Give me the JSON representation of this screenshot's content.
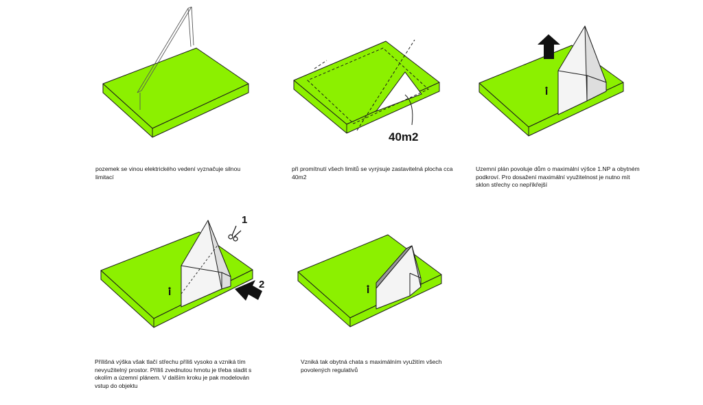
{
  "colors": {
    "plot": "#8cf000",
    "plot_edge": "#1a1a1a",
    "building": "#f4f4f4",
    "building_shade": "#c8c8c8",
    "ink": "#111111"
  },
  "panels": [
    {
      "caption": "pozemek se vinou elektrického vedení vyznačuje silnou limitací",
      "icons": [
        "power-line-icon"
      ]
    },
    {
      "caption": "při promítnutí všech limitů se vyrýsuje zastavitelná plocha cca 40m2",
      "area_label": "40m2",
      "icons": [
        "buildable-area-outline-icon"
      ]
    },
    {
      "caption": "Uzemní plán povoluje dům o maximální výšce 1.NP a obytném podkroví. Pro dosažení maximální využitelnost je nutno mít  sklon střechy co nepříkřejší",
      "icons": [
        "up-arrow-icon",
        "person-scale-icon"
      ]
    },
    {
      "caption": "Přílišná výška však tlačí střechu příliš vysoko a vzniká tím nevyužitelný prostor. Příliš zvednutou hmotu je třeba sladit s okolím a územní plánem. V dalším kroku je pak modelován vstup do objektu",
      "step_labels": [
        "1",
        "2"
      ],
      "icons": [
        "scissors-icon",
        "push-arrow-icon",
        "person-scale-icon"
      ]
    },
    {
      "caption": "Vzniká tak obytná chata s maximálním využitím všech povolených regulativů",
      "icons": [
        "person-scale-icon"
      ]
    }
  ]
}
